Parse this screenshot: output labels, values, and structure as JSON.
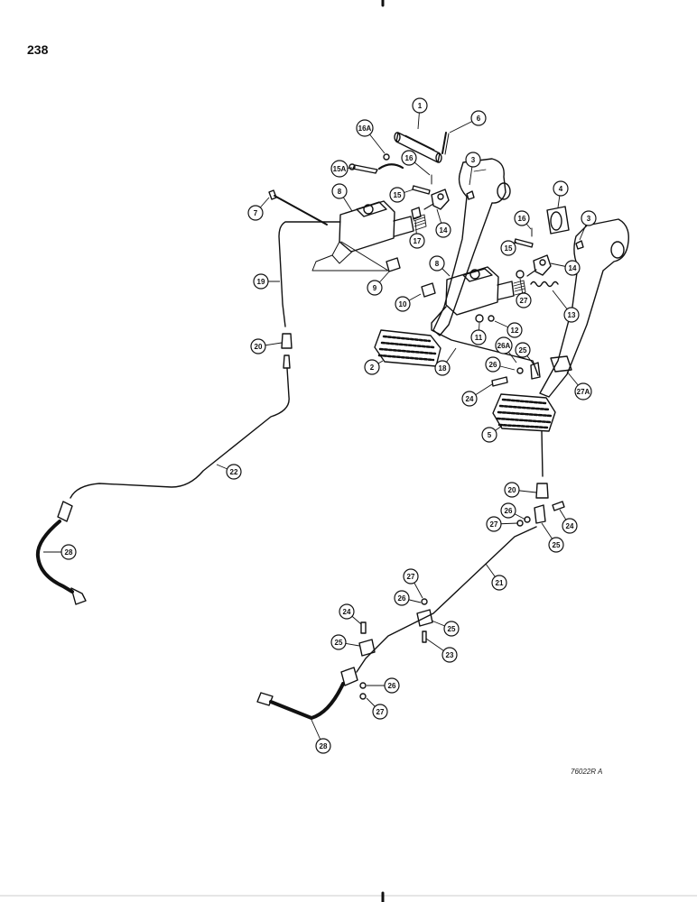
{
  "page_number": "238",
  "figure_code": "76022R A",
  "callouts": [
    {
      "id": "c1",
      "label": "1"
    },
    {
      "id": "c6",
      "label": "6"
    },
    {
      "id": "c16A",
      "label": "16A"
    },
    {
      "id": "c15A",
      "label": "15A"
    },
    {
      "id": "c16a",
      "label": "16"
    },
    {
      "id": "c3a",
      "label": "3"
    },
    {
      "id": "c8a",
      "label": "8"
    },
    {
      "id": "c15a",
      "label": "15"
    },
    {
      "id": "c7",
      "label": "7"
    },
    {
      "id": "c17",
      "label": "17"
    },
    {
      "id": "c14a",
      "label": "14"
    },
    {
      "id": "c4",
      "label": "4"
    },
    {
      "id": "c16b",
      "label": "16"
    },
    {
      "id": "c3b",
      "label": "3"
    },
    {
      "id": "c15b",
      "label": "15"
    },
    {
      "id": "c14b",
      "label": "14"
    },
    {
      "id": "c8b",
      "label": "8"
    },
    {
      "id": "c19",
      "label": "19"
    },
    {
      "id": "c9",
      "label": "9"
    },
    {
      "id": "c10",
      "label": "10"
    },
    {
      "id": "c27a",
      "label": "27"
    },
    {
      "id": "c13",
      "label": "13"
    },
    {
      "id": "c11",
      "label": "11"
    },
    {
      "id": "c12",
      "label": "12"
    },
    {
      "id": "c20a",
      "label": "20"
    },
    {
      "id": "c26A",
      "label": "26A"
    },
    {
      "id": "c25a",
      "label": "25"
    },
    {
      "id": "c2",
      "label": "2"
    },
    {
      "id": "c18",
      "label": "18"
    },
    {
      "id": "c26a",
      "label": "26"
    },
    {
      "id": "c24a",
      "label": "24"
    },
    {
      "id": "c27A",
      "label": "27A"
    },
    {
      "id": "c5",
      "label": "5"
    },
    {
      "id": "c22",
      "label": "22"
    },
    {
      "id": "c20b",
      "label": "20"
    },
    {
      "id": "c26b",
      "label": "26"
    },
    {
      "id": "c27b",
      "label": "27"
    },
    {
      "id": "c24b",
      "label": "24"
    },
    {
      "id": "c25b",
      "label": "25"
    },
    {
      "id": "c28a",
      "label": "28"
    },
    {
      "id": "c21",
      "label": "21"
    },
    {
      "id": "c27c",
      "label": "27"
    },
    {
      "id": "c26c",
      "label": "26"
    },
    {
      "id": "c24c",
      "label": "24"
    },
    {
      "id": "c25c",
      "label": "25"
    },
    {
      "id": "c25d",
      "label": "25"
    },
    {
      "id": "c23",
      "label": "23"
    },
    {
      "id": "c26d",
      "label": "26"
    },
    {
      "id": "c27d",
      "label": "27"
    },
    {
      "id": "c28b",
      "label": "28"
    }
  ]
}
